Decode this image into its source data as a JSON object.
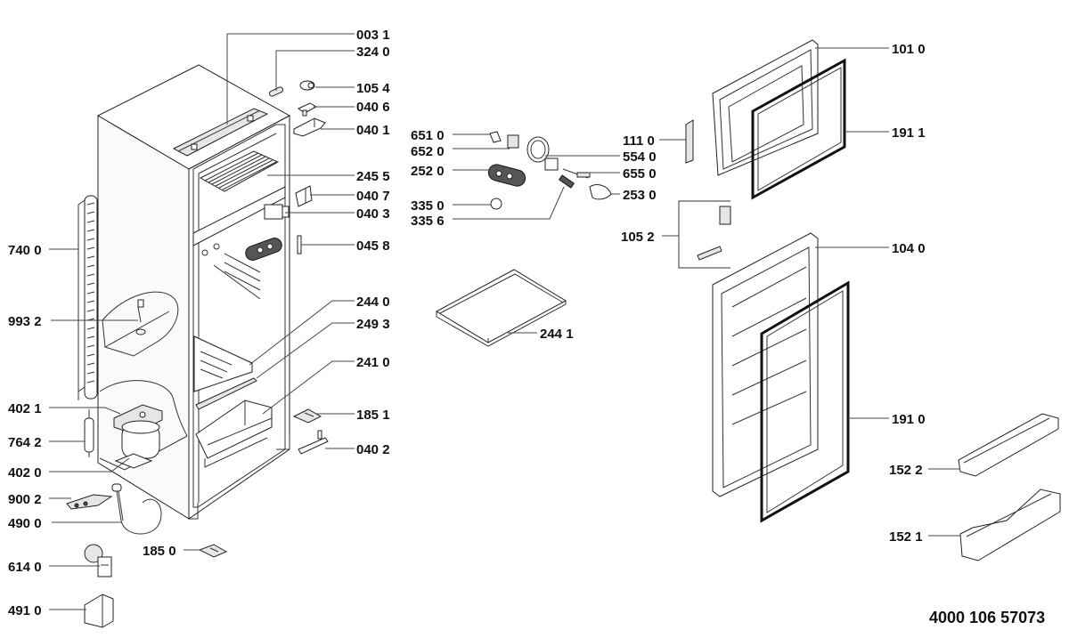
{
  "diagram": {
    "title": "Refrigerator exploded parts diagram",
    "document_code": "4000 106 57073",
    "parts": [
      {
        "id": "p0031",
        "label": "003 1",
        "name": "top-hinge-cover-strip"
      },
      {
        "id": "p3240",
        "label": "324 0",
        "name": "hinge-cap"
      },
      {
        "id": "p1054",
        "label": "105 4",
        "name": "hinge-bushing"
      },
      {
        "id": "p0406",
        "label": "040 6",
        "name": "hinge-plate"
      },
      {
        "id": "p0401",
        "label": "040 1",
        "name": "top-hinge"
      },
      {
        "id": "p2455",
        "label": "245 5",
        "name": "wire-shelf"
      },
      {
        "id": "p0407",
        "label": "040 7",
        "name": "middle-hinge-bracket"
      },
      {
        "id": "p0403",
        "label": "040 3",
        "name": "middle-hinge"
      },
      {
        "id": "p0458",
        "label": "045 8",
        "name": "hinge-pin"
      },
      {
        "id": "p2440",
        "label": "244 0",
        "name": "glass-shelf"
      },
      {
        "id": "p2493",
        "label": "249 3",
        "name": "shelf-trim"
      },
      {
        "id": "p2410",
        "label": "241 0",
        "name": "crisper-drawer"
      },
      {
        "id": "p1851",
        "label": "185 1",
        "name": "foot"
      },
      {
        "id": "p0402",
        "label": "040 2",
        "name": "bottom-hinge"
      },
      {
        "id": "p7400",
        "label": "740 0",
        "name": "condenser"
      },
      {
        "id": "p9932",
        "label": "993 2",
        "name": "drain-cleaner"
      },
      {
        "id": "p4021",
        "label": "402 1",
        "name": "compressor-cover"
      },
      {
        "id": "p7642",
        "label": "764 2",
        "name": "filter-drier"
      },
      {
        "id": "p4020",
        "label": "402 0",
        "name": "compressor"
      },
      {
        "id": "p9002",
        "label": "900 2",
        "name": "relay-kit"
      },
      {
        "id": "p4900",
        "label": "490 0",
        "name": "power-cord"
      },
      {
        "id": "p6140",
        "label": "614 0",
        "name": "starter-relay"
      },
      {
        "id": "p4910",
        "label": "491 0",
        "name": "relay-cover"
      },
      {
        "id": "p1850",
        "label": "185 0",
        "name": "adjustable-foot"
      },
      {
        "id": "p6510",
        "label": "651 0",
        "name": "lamp-holder"
      },
      {
        "id": "p6520",
        "label": "652 0",
        "name": "switch"
      },
      {
        "id": "p2520",
        "label": "252 0",
        "name": "thermostat-housing"
      },
      {
        "id": "p3350",
        "label": "335 0",
        "name": "thermostat-knob"
      },
      {
        "id": "p3356",
        "label": "335 6",
        "name": "spring"
      },
      {
        "id": "p5540",
        "label": "554 0",
        "name": "lamp-ring"
      },
      {
        "id": "p6550",
        "label": "655 0",
        "name": "thermostat-sensor"
      },
      {
        "id": "p2530",
        "label": "253 0",
        "name": "lamp-cover"
      },
      {
        "id": "p2441",
        "label": "244 1",
        "name": "glass-shelf-with-frame"
      },
      {
        "id": "p1110",
        "label": "111 0",
        "name": "door-handle"
      },
      {
        "id": "p1052",
        "label": "105 2",
        "name": "handle-kit"
      },
      {
        "id": "p1010",
        "label": "101 0",
        "name": "freezer-door"
      },
      {
        "id": "p1911",
        "label": "191 1",
        "name": "freezer-door-gasket"
      },
      {
        "id": "p1040",
        "label": "104 0",
        "name": "fridge-door"
      },
      {
        "id": "p1910",
        "label": "191 0",
        "name": "fridge-door-gasket"
      },
      {
        "id": "p1522",
        "label": "152 2",
        "name": "door-shelf-small"
      },
      {
        "id": "p1521",
        "label": "152 1",
        "name": "door-shelf-bottle"
      }
    ]
  }
}
